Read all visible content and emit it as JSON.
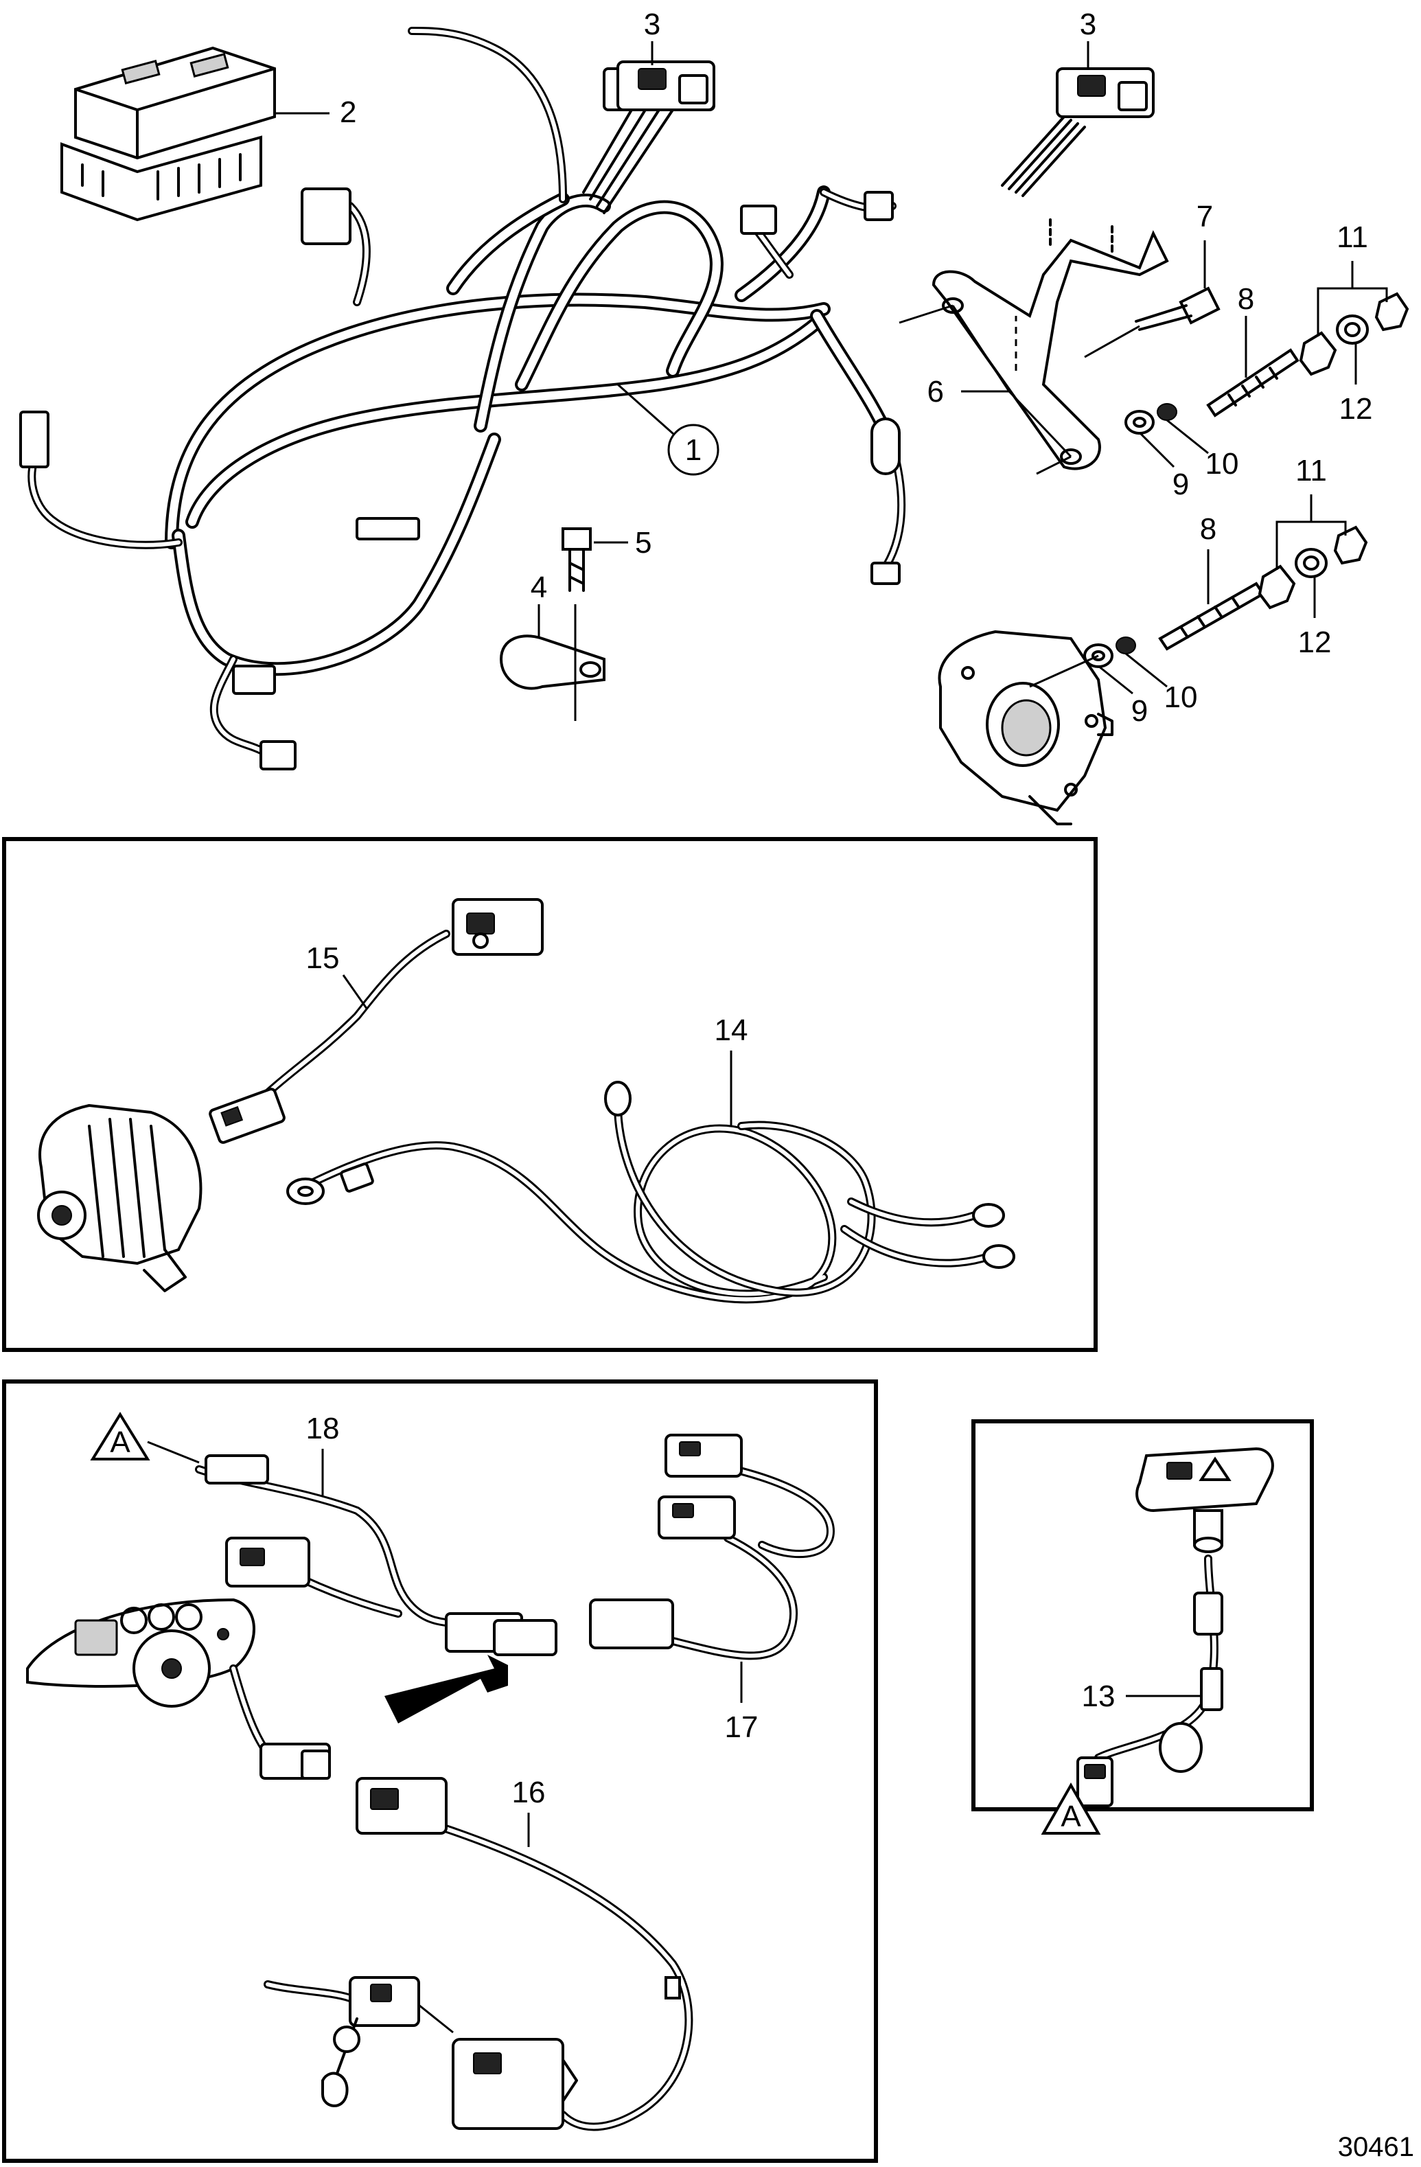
{
  "figure_number": "30461",
  "callouts": [
    "1",
    "2",
    "3",
    "3",
    "4",
    "5",
    "6",
    "7",
    "8",
    "8",
    "9",
    "9",
    "10",
    "10",
    "11",
    "11",
    "12",
    "12",
    "13",
    "14",
    "15",
    "16",
    "17",
    "18"
  ],
  "reference_marker": "A",
  "colors": {
    "line": "#000000",
    "background": "#ffffff",
    "shade": "#cfcfcf"
  }
}
